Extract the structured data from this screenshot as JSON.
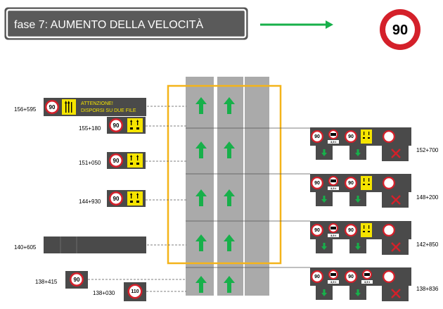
{
  "title": "fase 7:  AUMENTO DELLA VELOCITÀ",
  "speed_limit": "90",
  "colors": {
    "accent_arrow": "#17b04a",
    "road": "#aaaaaa",
    "work_zone": "#f4b41a",
    "panel": "#4a4a4a",
    "sign_red": "#d4202a",
    "panel_yellow": "#f5e400"
  },
  "warning_text": [
    "ATTENZIONE!",
    "DISPORSI SU DUE FILE"
  ],
  "left_signs": [
    {
      "km": "156+595",
      "speed": "90",
      "type": "warning-panel"
    },
    {
      "km": "155+180",
      "speed": "90",
      "type": "lane-panel"
    },
    {
      "km": "151+050",
      "speed": "90",
      "type": "lane-panel"
    },
    {
      "km": "144+930",
      "speed": "90",
      "type": "lane-panel"
    },
    {
      "km": "140+605",
      "speed": "",
      "type": "blank-panel"
    },
    {
      "km": "138+415",
      "speed": "90",
      "type": "speed-sign"
    },
    {
      "km": "138+030",
      "speed": "110",
      "type": "speed-sign"
    }
  ],
  "right_gantries": [
    {
      "km": "152+700",
      "speed": "90",
      "truck_limit": "3,5 t",
      "lane3": "closed"
    },
    {
      "km": "148+200",
      "speed": "90",
      "truck_limit": "3,5 t",
      "lane3": "closed"
    },
    {
      "km": "142+850",
      "speed": "90",
      "truck_limit": "3,5 t",
      "lane3": "closed"
    },
    {
      "km": "138+836",
      "speed": "90",
      "truck_limit": "3,5 t",
      "lane3": "closed"
    }
  ],
  "tiny_label": "3,5 t"
}
